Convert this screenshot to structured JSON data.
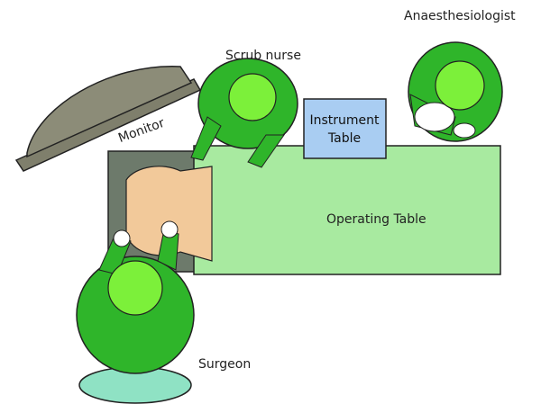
{
  "labels": {
    "monitor": "Monitor",
    "scrub_nurse": "Scrub nurse",
    "anaesthesiologist": "Anaesthesiologist",
    "instrument_table_line1": "Instrument",
    "instrument_table_line2": "Table",
    "operating_table": "Operating Table",
    "surgeon": "Surgeon"
  },
  "colors": {
    "gown": "#2fb52a",
    "cap": "#7cf03a",
    "operating_table": "#a8eaa0",
    "instrument_table": "#a9cdf2",
    "monitor": "#8c8c78",
    "skin": "#f2c99a",
    "stool": "#8fe2c4"
  }
}
